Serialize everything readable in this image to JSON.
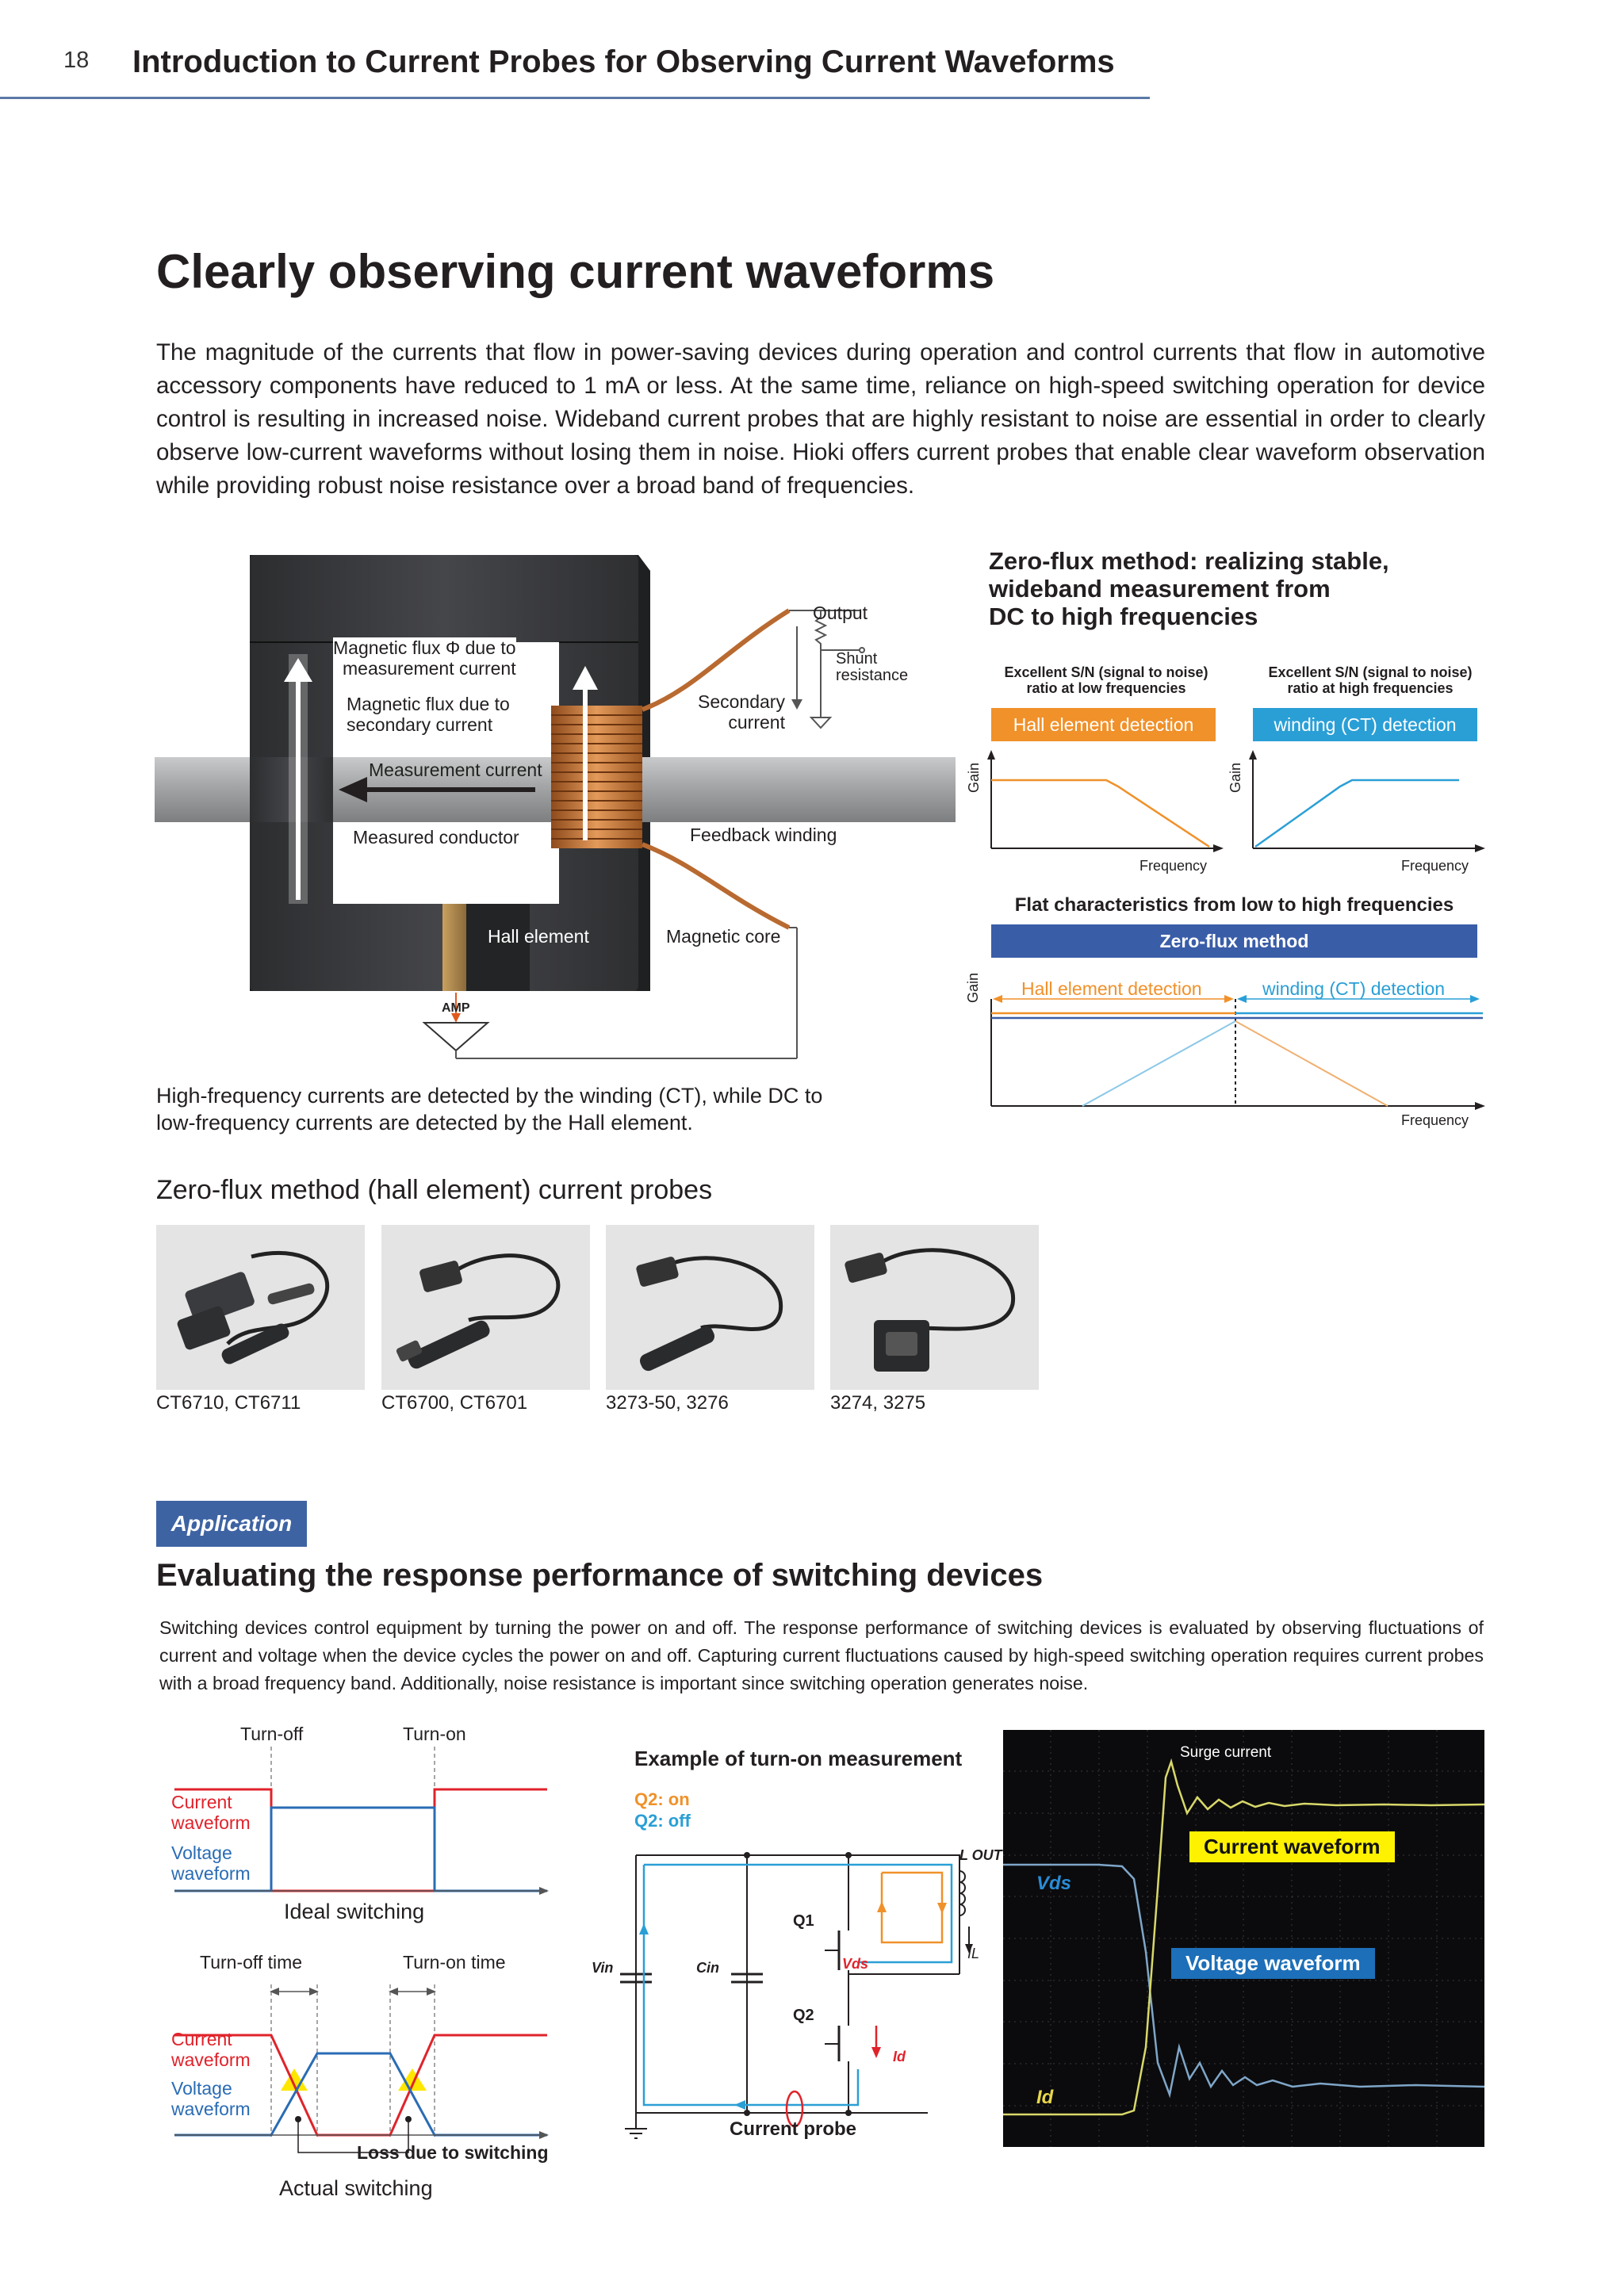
{
  "header": {
    "page_number": "18",
    "title": "Introduction to Current Probes for Observing Current Waveforms"
  },
  "main": {
    "title": "Clearly observing current waveforms",
    "intro": "The magnitude of the currents that flow in power-saving devices during operation and control currents that flow in automotive accessory components have reduced to 1 mA or less. At the same time, reliance on high-speed switching operation for device control is resulting in increased noise. Wideband current probes that are highly resistant to noise are essential in order to clearly observe low-current waveforms without losing them in noise. Hioki offers current probes that enable clear waveform observation while providing robust noise resistance over a broad band of frequencies."
  },
  "core_diagram": {
    "output": "Output",
    "shunt_resistance": "Shunt\nresistance",
    "flux_measurement": "Magnetic flux Φ due to\nmeasurement current",
    "flux_secondary": "Magnetic flux due to\nsecondary current",
    "secondary_current": "Secondary\ncurrent",
    "measurement_current": "Measurement current",
    "measured_conductor": "Measured conductor",
    "feedback_winding": "Feedback winding",
    "hall_element": "Hall element",
    "magnetic_core": "Magnetic core",
    "amp": "AMP",
    "caption": "High-frequency currents are detected by the winding (CT), while DC to\nlow-frequency currents are detected by the Hall element.",
    "colors": {
      "core": "#3a3b3d",
      "copper": "#c87a3c",
      "conductor": "#a9aaab"
    }
  },
  "zero_flux": {
    "title": "Zero-flux method: realizing stable,\nwideband measurement from\nDC to high frequencies",
    "left_caption": "Excellent S/N (signal to noise)\nratio at low frequencies",
    "right_caption": "Excellent S/N (signal to noise)\nratio at high frequencies",
    "hall_detection": "Hall element detection",
    "winding_detection": "winding (CT) detection",
    "gain": "Gain",
    "frequency": "Frequency",
    "flat_title": "Flat characteristics from low to high frequencies",
    "zero_flux_method": "Zero-flux method",
    "colors": {
      "orange": "#f0912a",
      "blue": "#2a9fd6",
      "navy": "#3a5da8"
    }
  },
  "probes": {
    "heading": "Zero-flux method (hall element) current probes",
    "items": [
      {
        "caption": "CT6710, CT6711"
      },
      {
        "caption": "CT6700, CT6701"
      },
      {
        "caption": "3273-50, 3276"
      },
      {
        "caption": "3274, 3275"
      }
    ]
  },
  "application": {
    "badge": "Application",
    "title": "Evaluating the response performance of switching devices",
    "body": "Switching devices control equipment by turning the power on and off. The response performance of switching devices is evaluated by observing fluctuations of current and voltage when the device cycles the power on and off. Capturing current fluctuations caused by high-speed switching operation requires current probes with a broad frequency band. Additionally, noise resistance is important since switching operation generates noise."
  },
  "switching": {
    "turn_off": "Turn-off",
    "turn_on": "Turn-on",
    "current_waveform": "Current\nwaveform",
    "voltage_waveform": "Voltage\nwaveform",
    "ideal_switching": "Ideal switching",
    "turn_off_time": "Turn-off time",
    "turn_on_time": "Turn-on time",
    "loss": "Loss due to switching",
    "actual_switching": "Actual switching",
    "colors": {
      "current": "#e0232b",
      "voltage": "#2a6cb5",
      "loss": "#ffe600"
    }
  },
  "circuit": {
    "title": "Example of turn-on measurement",
    "q2_on": "Q2: on",
    "q2_off": "Q2: off",
    "l_out": "L OUT",
    "q1": "Q1",
    "q2": "Q2",
    "vin": "Vin",
    "cin": "Cin",
    "vds": "Vds",
    "il": "IL",
    "id": "Id",
    "current_probe": "Current probe"
  },
  "scope": {
    "surge_current": "Surge current",
    "current_waveform": "Current waveform",
    "voltage_waveform": "Voltage waveform",
    "vds": "Vds",
    "id": "Id"
  }
}
